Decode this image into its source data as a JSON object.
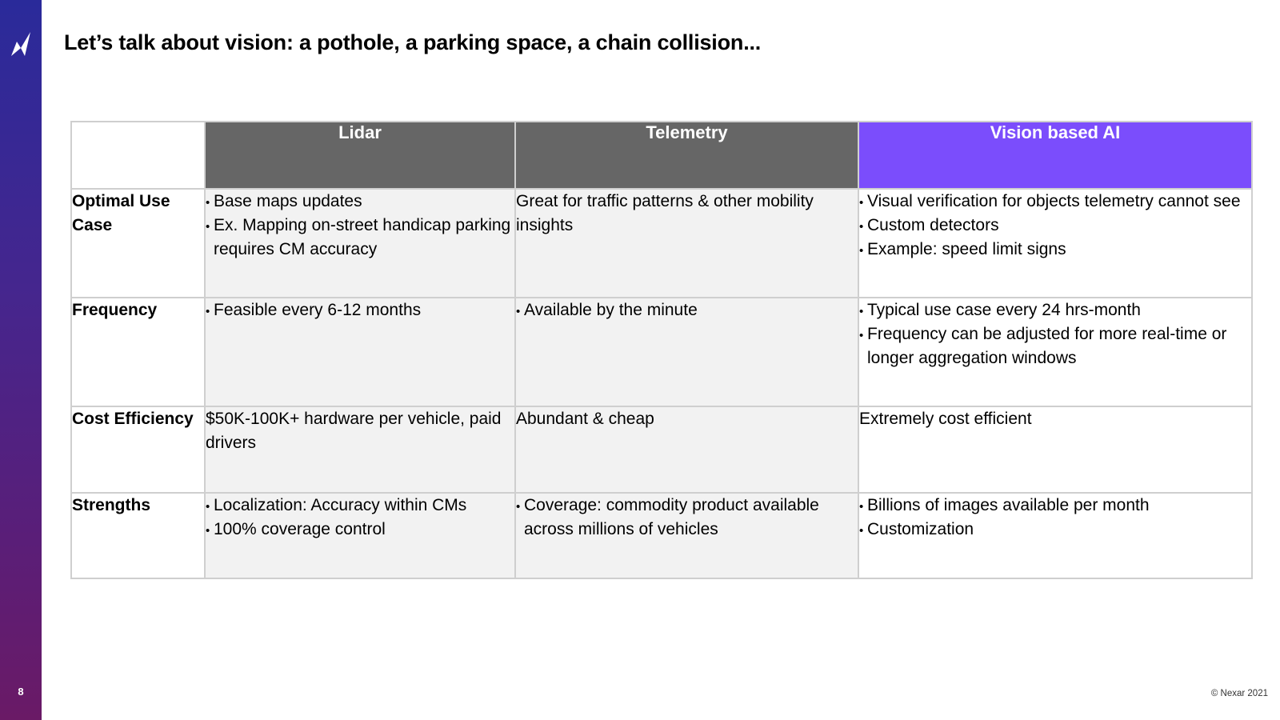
{
  "slide": {
    "page_number": "8",
    "title": "Let’s talk about vision: a pothole, a parking space, a chain collision...",
    "copyright": "© Nexar 2021"
  },
  "table": {
    "columns": [
      "Lidar",
      "Telemetry",
      "Vision based AI"
    ],
    "rows": [
      {
        "label": "Optimal Use Case",
        "lidar": [
          "Base maps updates",
          "Ex. Mapping on-street handicap parking requires CM accuracy"
        ],
        "telemetry": "Great for traffic patterns & other mobility insights",
        "vision": [
          "Visual verification for objects telemetry cannot see",
          "Custom detectors",
          "Example: speed limit signs"
        ]
      },
      {
        "label": "Frequency",
        "lidar": [
          "Feasible every 6-12 months"
        ],
        "telemetry": [
          "Available by the minute"
        ],
        "vision": [
          "Typical use case every 24 hrs-month",
          "Frequency can be adjusted for more real-time or longer aggregation windows"
        ]
      },
      {
        "label": "Cost Efficiency",
        "lidar": "$50K-100K+ hardware per vehicle, paid drivers",
        "telemetry": "Abundant & cheap",
        "vision": "Extremely cost efficient"
      },
      {
        "label": "Strengths",
        "lidar": [
          "Localization: Accuracy within CMs",
          "100% coverage control"
        ],
        "telemetry": [
          "Coverage: commodity product available across millions of vehicles"
        ],
        "vision": [
          "Billions of images available per month",
          "Customization"
        ]
      }
    ]
  },
  "colors": {
    "header_gray": "#666666",
    "header_purple": "#7b4dfc",
    "cell_gray": "#f2f2f2",
    "sidebar_top": "#2a2a9a",
    "sidebar_bottom": "#6a1a66"
  }
}
